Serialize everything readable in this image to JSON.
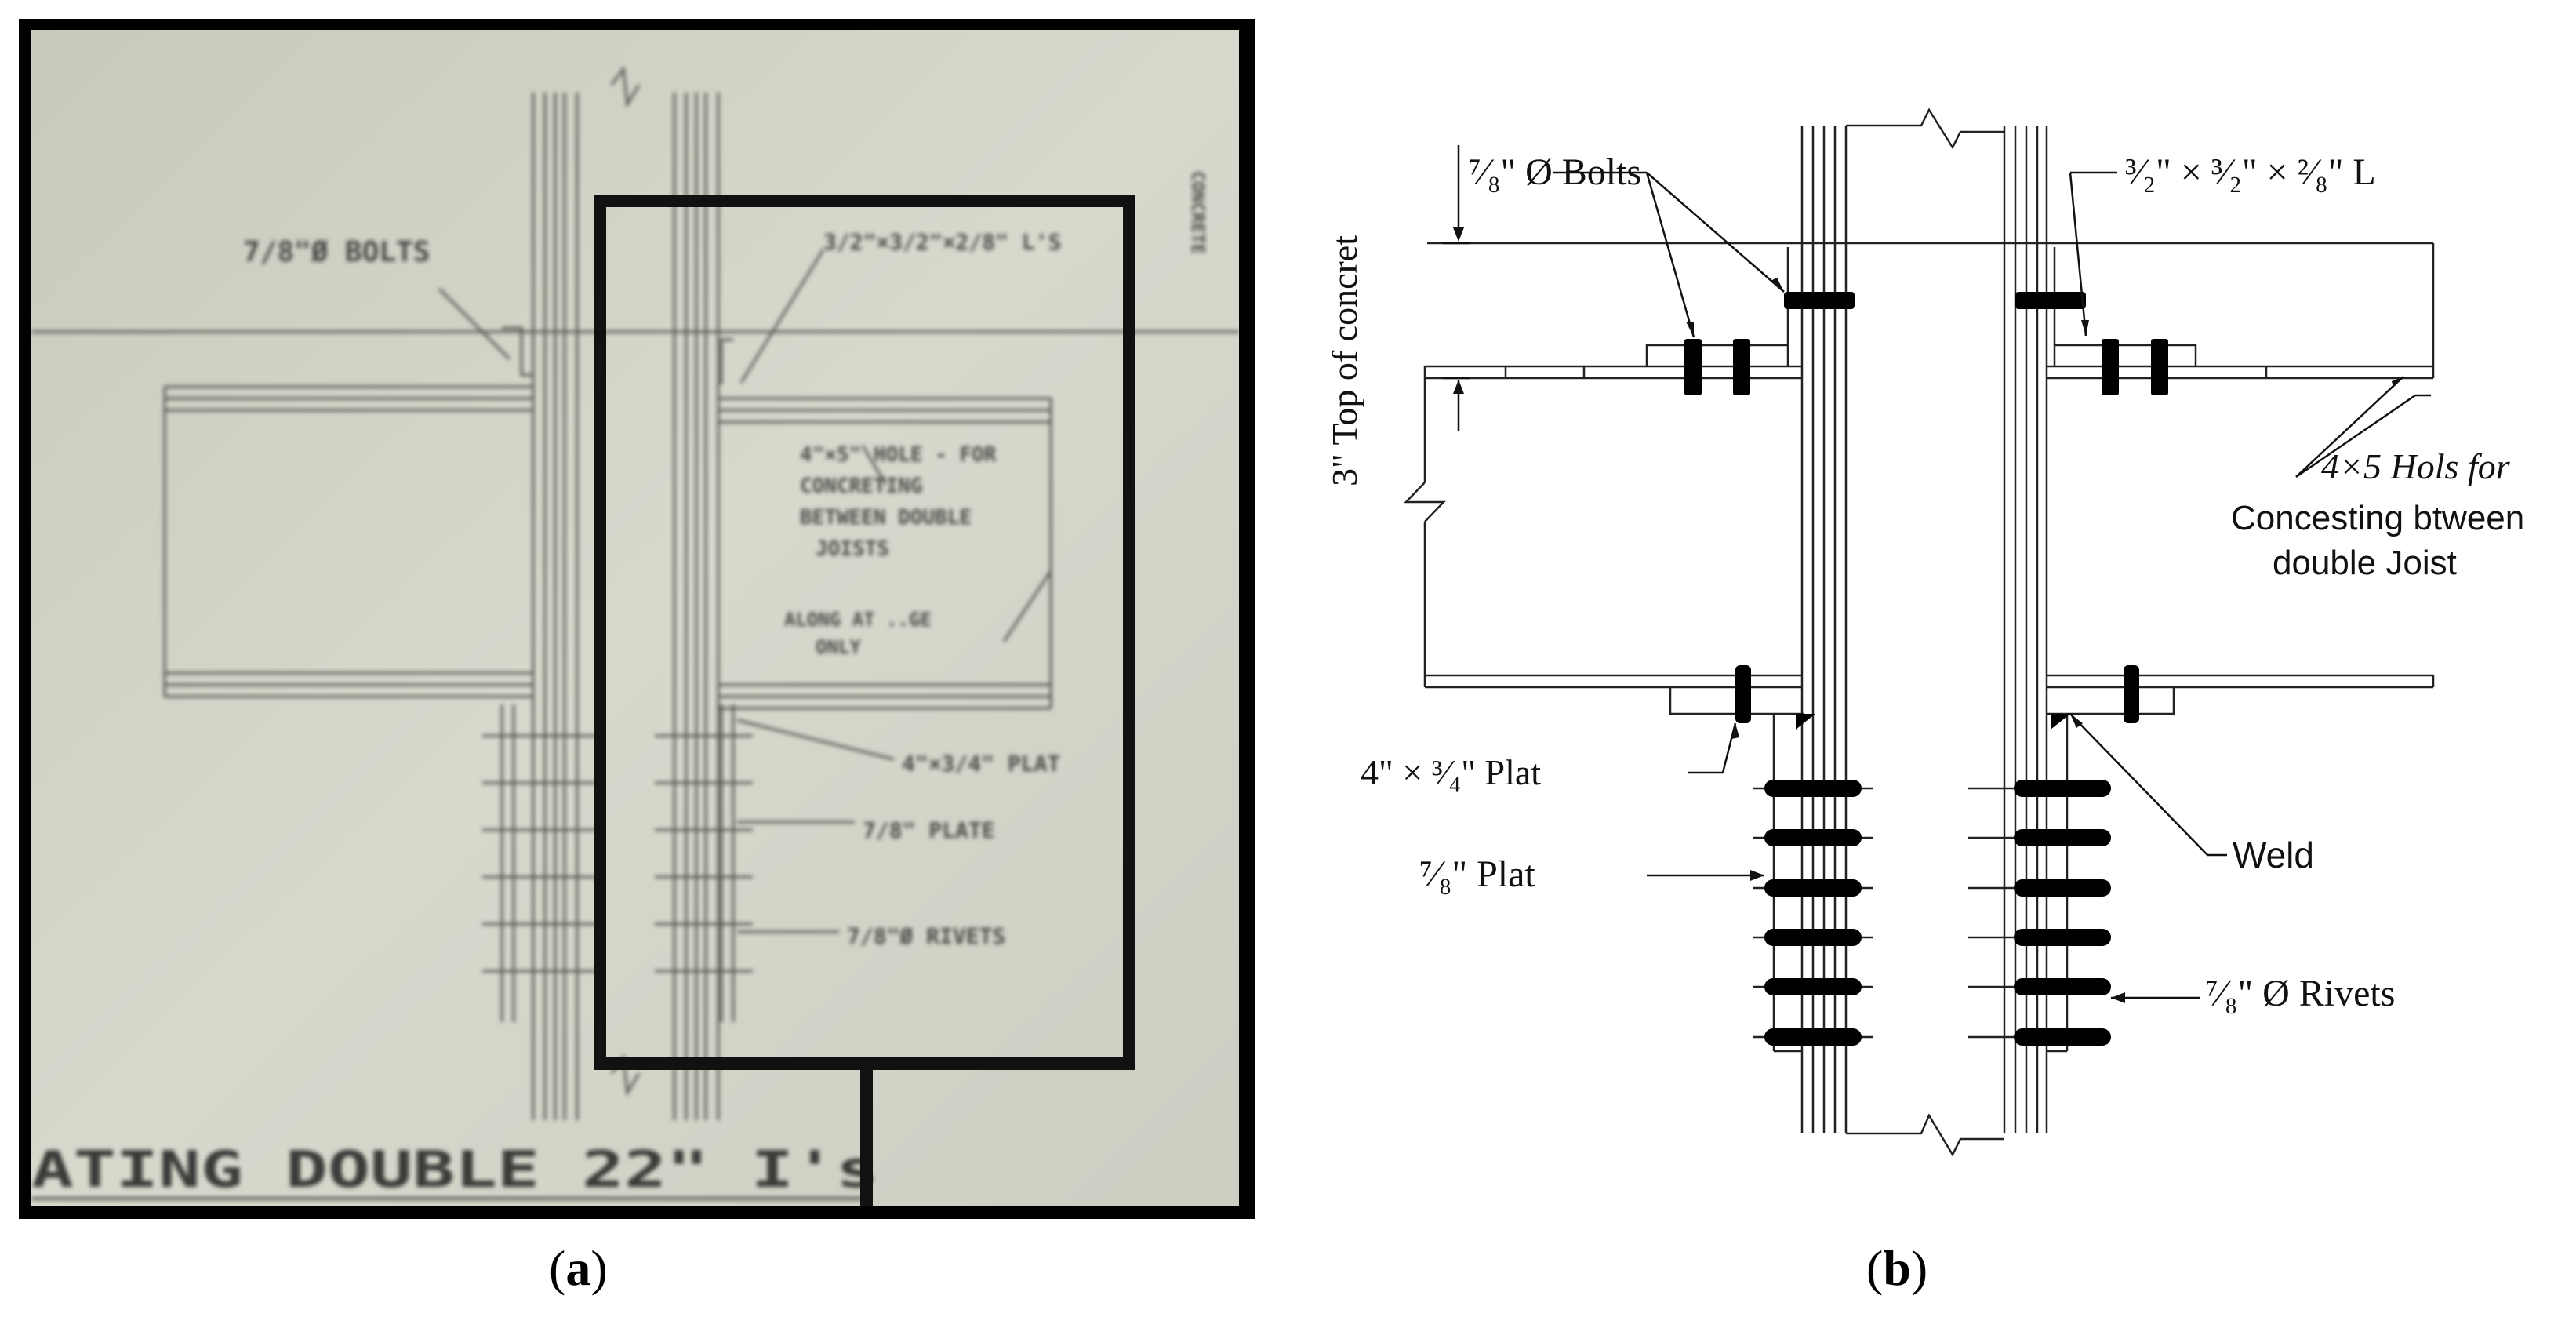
{
  "captions": {
    "a_letter": "a",
    "b_letter": "b"
  },
  "panel_a": {
    "footer": "ATING DOUBLE 22\" I's",
    "labels": {
      "bolts": "7/8\"Ø BOLTS",
      "angle": "3/2\"×3/2\"×2/8\" L'S",
      "holes": "4\"×5\" HOLE - FOR",
      "holes2": "CONCRETING",
      "holes3": "BETWEEN DOUBLE",
      "holes4": "JOISTS",
      "along": "ALONG AT ..GE",
      "along2": "ONLY",
      "plat": "4\"×3/4\" PLAT",
      "plate78": "7/8\" PLATE",
      "rivets": "7/8\"Ø RIVETS",
      "concrete": "CONCRETE"
    }
  },
  "panel_b": {
    "bolts_label": "⁷⁄₈\" Ø Bolts",
    "angle_label": "³⁄₂\" × ³⁄₂\" × ²⁄₈\" L",
    "top_concrete": "3\" Top of concret",
    "holes_line1": "4×5 Hols for",
    "holes_line2": "Concesting btween",
    "holes_line3": "double Joist",
    "plat_label": "4\" × ³⁄₄\" Plat",
    "plate78_label": "⁷⁄₈\" Plat",
    "weld_label": "Weld",
    "rivets_label": "⁷⁄₈\" Ø Rivets"
  }
}
